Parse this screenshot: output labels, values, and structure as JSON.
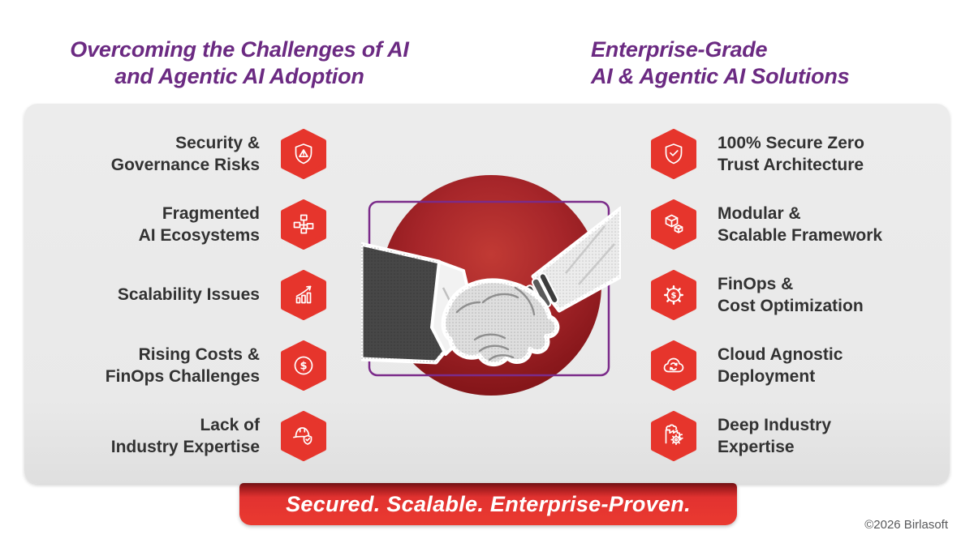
{
  "colors": {
    "accent_red": "#e6352c",
    "banner_red": "#e33230",
    "banner_dark_red": "#6f1013",
    "heading_purple": "#6b2a82",
    "frame_purple": "#7b2b8a",
    "panel_gray": "#e9e9e9",
    "text_dark": "#323232",
    "ball_red_center": "#c13a34",
    "ball_red_edge": "#7c1215"
  },
  "left_header": {
    "lines": [
      "Overcoming the Challenges",
      "of AI and Agentic AI Adoption"
    ]
  },
  "right_header": {
    "lines": [
      "Enterprise-Grade",
      "AI & Agentic AI Solutions"
    ]
  },
  "left_column": {
    "items": [
      {
        "icon": "shield-alert-icon",
        "lines": [
          "Security &",
          "Governance Risks"
        ]
      },
      {
        "icon": "fragmented-blocks-icon",
        "lines": [
          "Fragmented",
          "AI Ecosystems"
        ]
      },
      {
        "icon": "growth-chart-icon",
        "lines": [
          "Scalability Issues"
        ]
      },
      {
        "icon": "dollar-coin-icon",
        "lines": [
          "Rising Costs &",
          "FinOps Challenges"
        ]
      },
      {
        "icon": "hardhat-shield-icon",
        "lines": [
          "Lack of",
          "Industry Expertise"
        ]
      }
    ]
  },
  "right_column": {
    "items": [
      {
        "icon": "shield-check-icon",
        "lines": [
          "100% Secure Zero",
          "Trust Architecture"
        ]
      },
      {
        "icon": "modular-cubes-icon",
        "lines": [
          "Modular &",
          "Scalable Framework"
        ]
      },
      {
        "icon": "gear-dollar-icon",
        "lines": [
          "FinOps &",
          "Cost Optimization"
        ]
      },
      {
        "icon": "cloud-sync-icon",
        "lines": [
          "Cloud Agnostic",
          "Deployment"
        ]
      },
      {
        "icon": "factory-gears-icon",
        "lines": [
          "Deep Industry",
          "Expertise"
        ]
      }
    ]
  },
  "center_graphic": {
    "description": "Human hand and robot hand shaking over red sphere in purple frame"
  },
  "banner": {
    "label": "Secured. Scalable. Enterprise-Proven."
  },
  "footer": {
    "copyright": "©2026 Birlasoft"
  },
  "icons": {
    "dollar_glyph": "$"
  }
}
